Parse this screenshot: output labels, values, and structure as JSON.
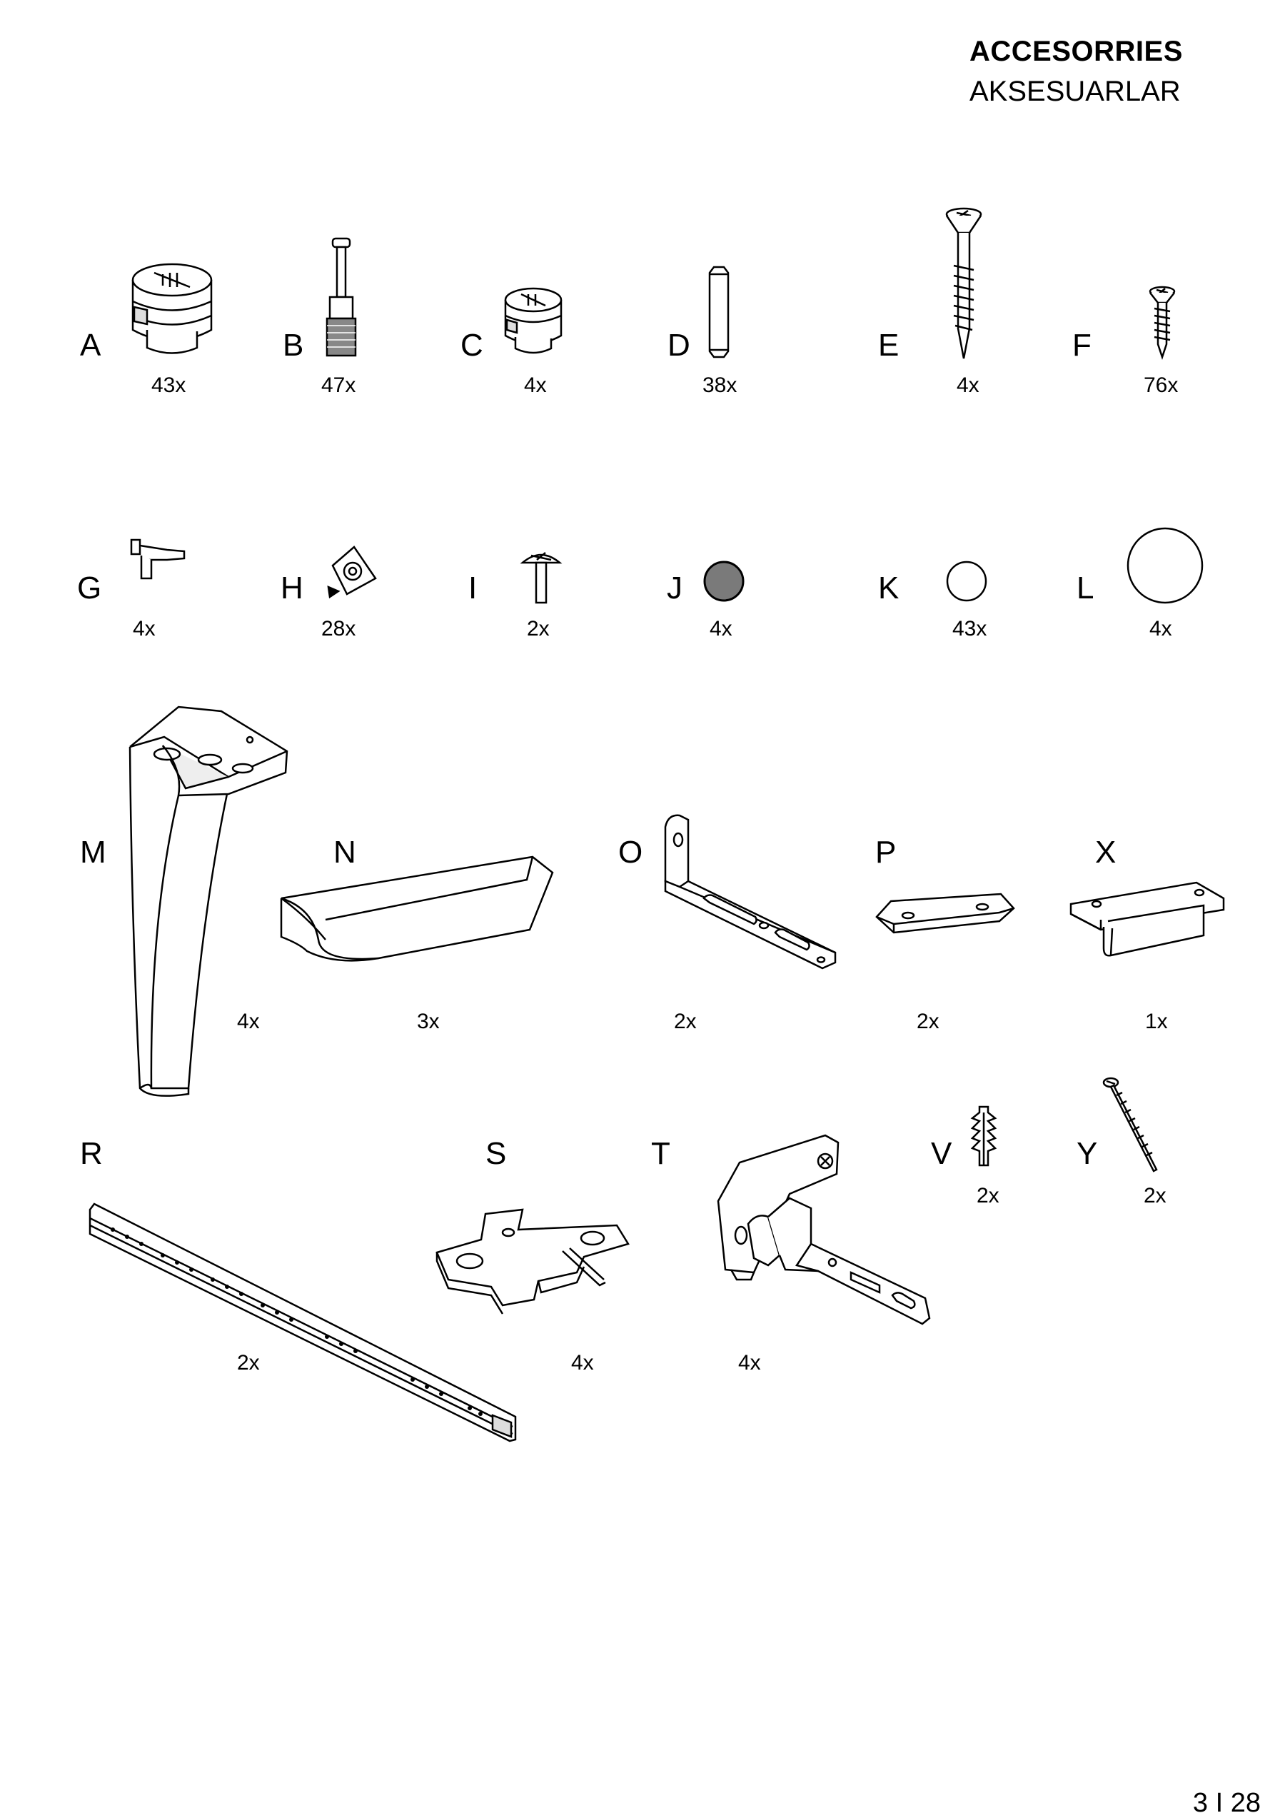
{
  "header": {
    "title": "ACCESORRIES",
    "subtitle": "AKSESUARLAR"
  },
  "parts": [
    {
      "letter": "A",
      "quantity": "43x",
      "icon": "cam-lock-icon"
    },
    {
      "letter": "B",
      "quantity": "47x",
      "icon": "cam-bolt-icon"
    },
    {
      "letter": "C",
      "quantity": "4x",
      "icon": "small-cam-lock-icon"
    },
    {
      "letter": "D",
      "quantity": "38x",
      "icon": "wooden-dowel-icon"
    },
    {
      "letter": "E",
      "quantity": "4x",
      "icon": "long-screw-icon"
    },
    {
      "letter": "F",
      "quantity": "76x",
      "icon": "short-screw-icon"
    },
    {
      "letter": "G",
      "quantity": "4x",
      "icon": "shelf-support-icon"
    },
    {
      "letter": "H",
      "quantity": "28x",
      "icon": "corner-connector-icon"
    },
    {
      "letter": "I",
      "quantity": "2x",
      "icon": "handle-bolt-icon"
    },
    {
      "letter": "J",
      "quantity": "4x",
      "icon": "grey-cap-icon"
    },
    {
      "letter": "K",
      "quantity": "43x",
      "icon": "small-cap-icon"
    },
    {
      "letter": "L",
      "quantity": "4x",
      "icon": "large-cap-icon"
    },
    {
      "letter": "M",
      "quantity": "4x",
      "icon": "tapered-leg-icon"
    },
    {
      "letter": "N",
      "quantity": "3x",
      "icon": "profile-handle-icon"
    },
    {
      "letter": "O",
      "quantity": "2x",
      "icon": "l-bracket-icon"
    },
    {
      "letter": "P",
      "quantity": "2x",
      "icon": "mounting-plate-icon"
    },
    {
      "letter": "X",
      "quantity": "1x",
      "icon": "connector-plate-icon"
    },
    {
      "letter": "R",
      "quantity": "2x",
      "icon": "drawer-runner-icon"
    },
    {
      "letter": "S",
      "quantity": "4x",
      "icon": "hinge-plate-icon"
    },
    {
      "letter": "T",
      "quantity": "4x",
      "icon": "hinge-icon"
    },
    {
      "letter": "V",
      "quantity": "2x",
      "icon": "wall-plug-icon"
    },
    {
      "letter": "Y",
      "quantity": "2x",
      "icon": "long-thin-screw-icon"
    }
  ],
  "footer": {
    "page_number": "3 I 28"
  }
}
